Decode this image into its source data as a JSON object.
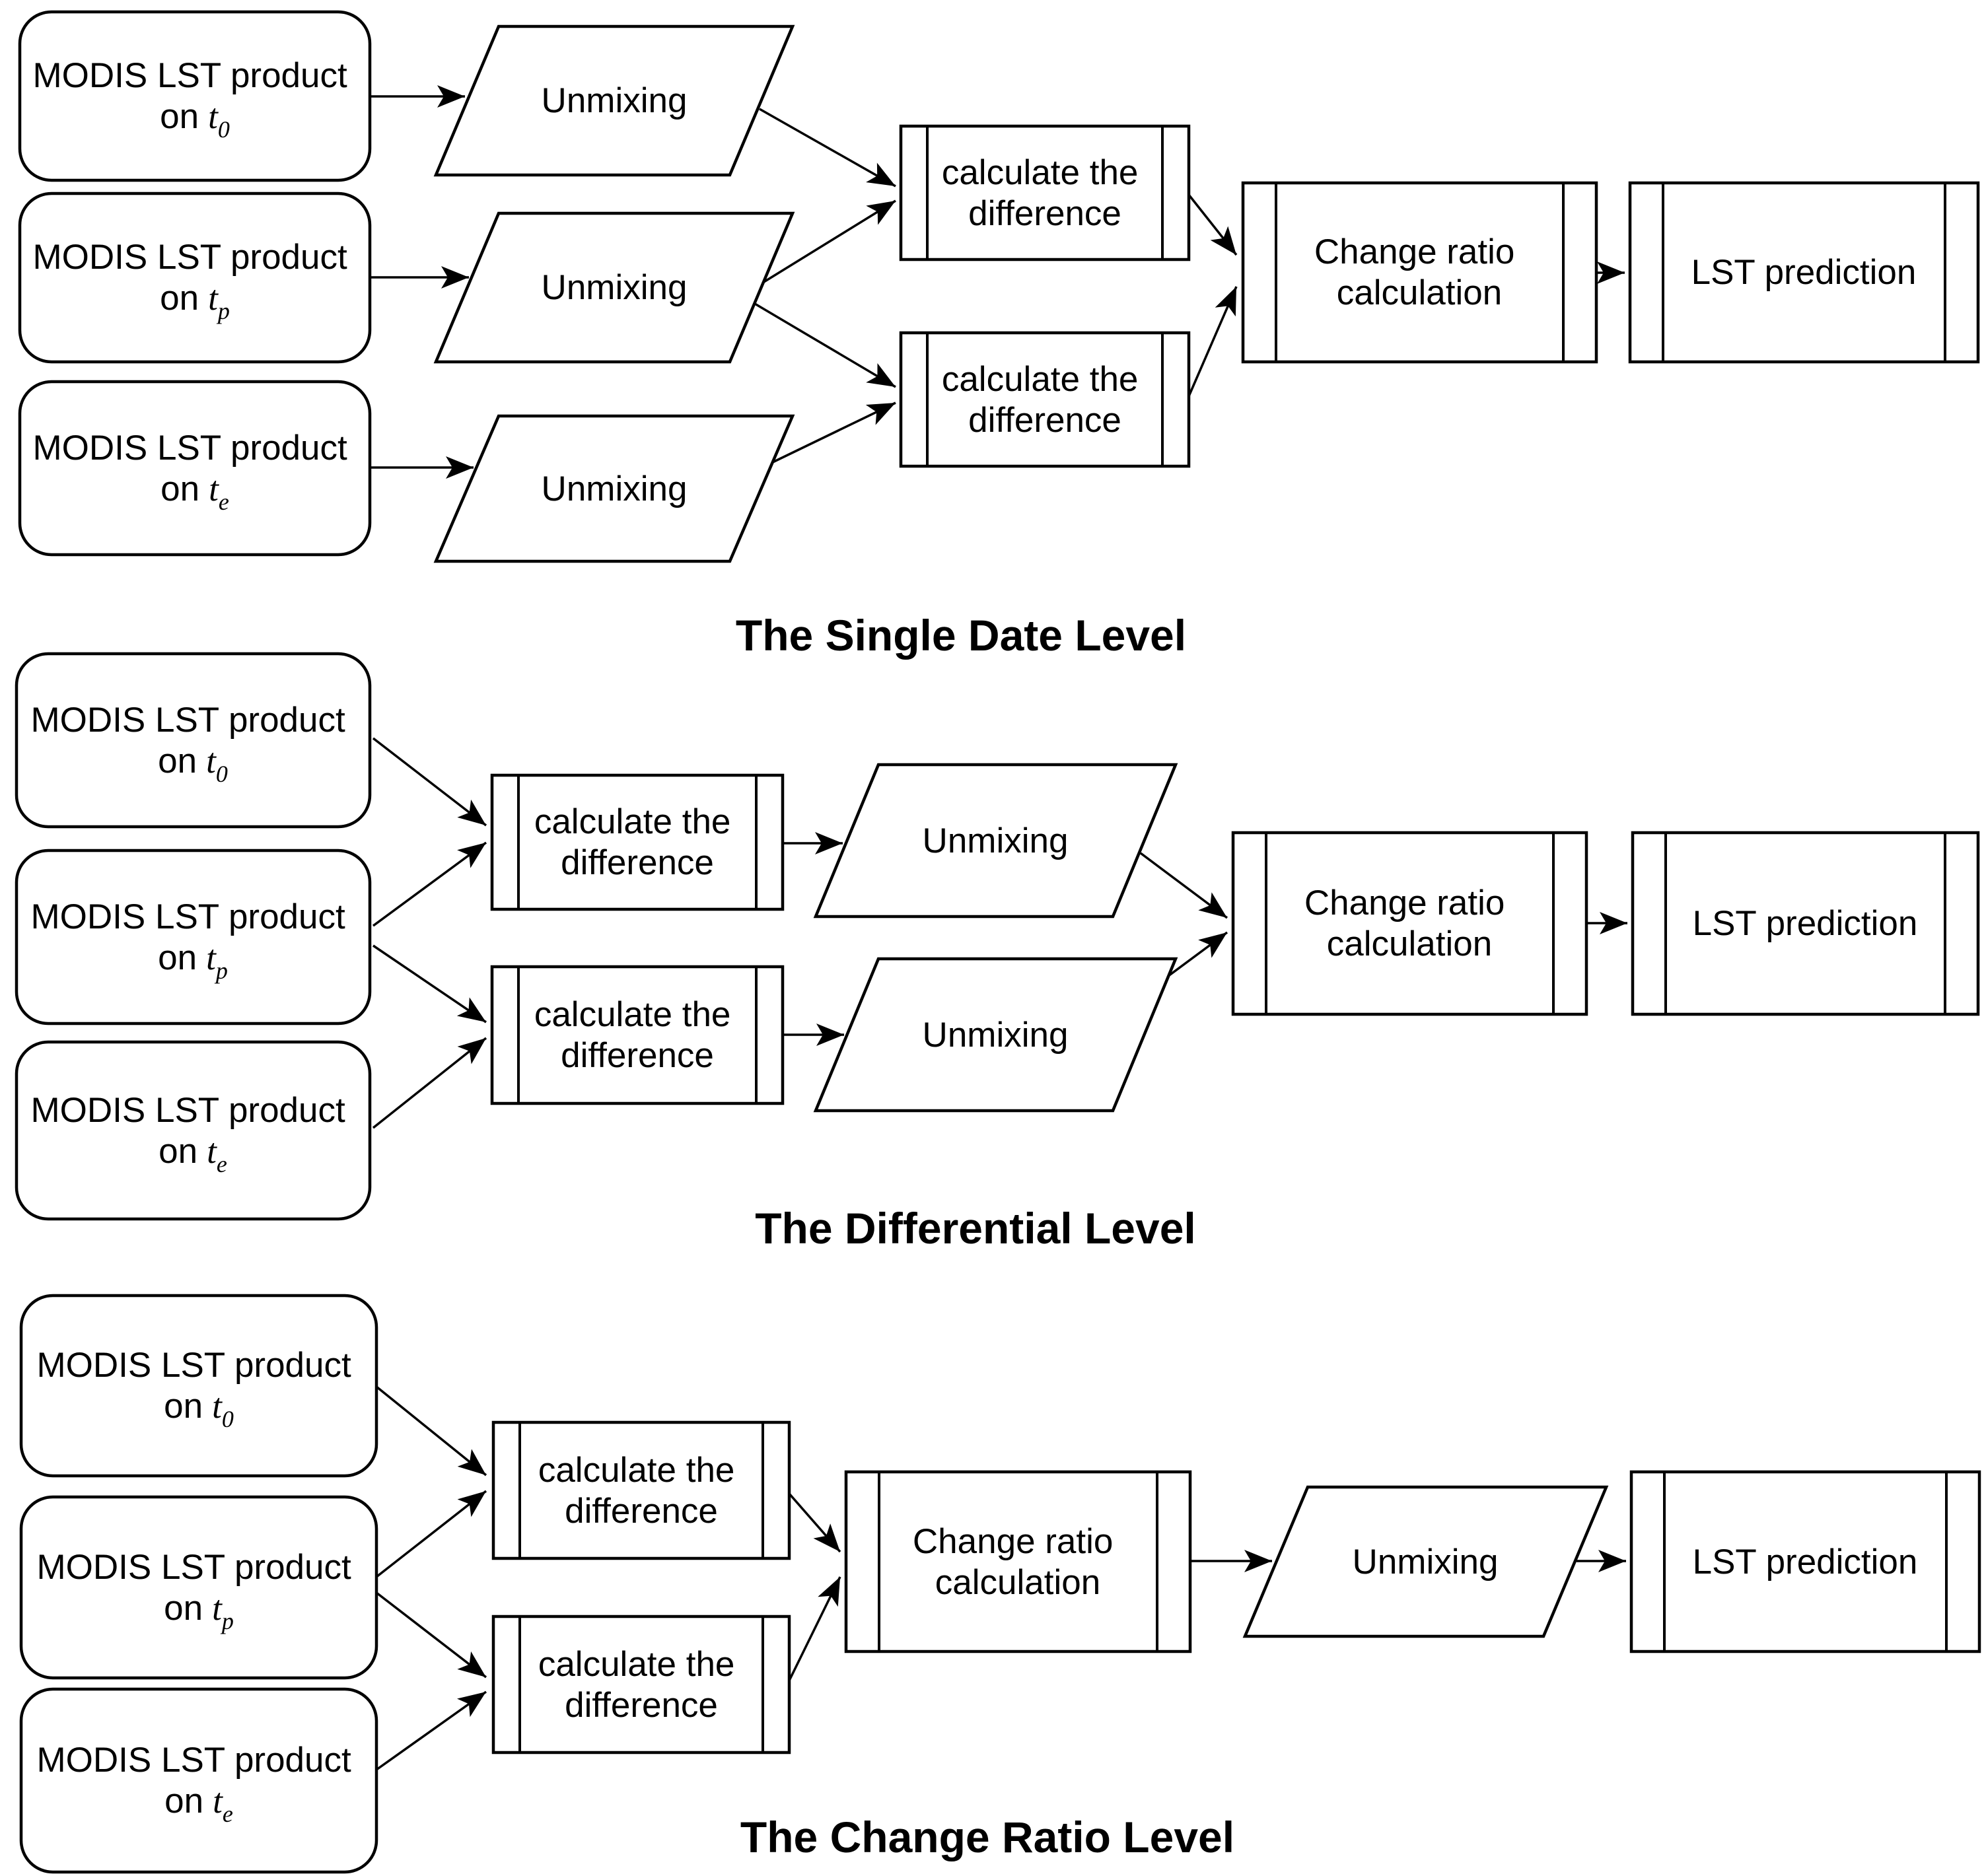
{
  "colors": {
    "stroke": "#000000",
    "fill": "#ffffff",
    "background": "#ffffff"
  },
  "sections": [
    {
      "title": "The Single Date Level",
      "modis_boxes": [
        {
          "line1": "MODIS LST product",
          "on": "on",
          "var": "t",
          "sub": "0"
        },
        {
          "line1": "MODIS LST product",
          "on": "on",
          "var": "t",
          "sub": "p"
        },
        {
          "line1": "MODIS LST product",
          "on": "on",
          "var": "t",
          "sub": "e"
        }
      ],
      "unmixing": [
        "Unmixing",
        "Unmixing",
        "Unmixing"
      ],
      "calc_diff": [
        {
          "line1": "calculate the",
          "line2": "difference"
        },
        {
          "line1": "calculate the",
          "line2": "difference"
        }
      ],
      "change_ratio": {
        "line1": "Change ratio",
        "line2": "calculation"
      },
      "lst": "LST prediction"
    },
    {
      "title": "The Differential Level",
      "modis_boxes": [
        {
          "line1": "MODIS LST product",
          "on": "on",
          "var": "t",
          "sub": "0"
        },
        {
          "line1": "MODIS LST product",
          "on": "on",
          "var": "t",
          "sub": "p"
        },
        {
          "line1": "MODIS LST product",
          "on": "on",
          "var": "t",
          "sub": "e"
        }
      ],
      "calc_diff": [
        {
          "line1": "calculate the",
          "line2": "difference"
        },
        {
          "line1": "calculate the",
          "line2": "difference"
        }
      ],
      "unmixing": [
        "Unmixing",
        "Unmixing"
      ],
      "change_ratio": {
        "line1": "Change ratio",
        "line2": "calculation"
      },
      "lst": "LST prediction"
    },
    {
      "title": "The Change Ratio Level",
      "modis_boxes": [
        {
          "line1": "MODIS LST product",
          "on": "on",
          "var": "t",
          "sub": "0"
        },
        {
          "line1": "MODIS LST product",
          "on": "on",
          "var": "t",
          "sub": "p"
        },
        {
          "line1": "MODIS LST product",
          "on": "on",
          "var": "t",
          "sub": "e"
        }
      ],
      "calc_diff": [
        {
          "line1": "calculate the",
          "line2": "difference"
        },
        {
          "line1": "calculate the",
          "line2": "difference"
        }
      ],
      "change_ratio": {
        "line1": "Change ratio",
        "line2": "calculation"
      },
      "unmixing": [
        "Unmixing"
      ],
      "lst": "LST prediction"
    }
  ]
}
